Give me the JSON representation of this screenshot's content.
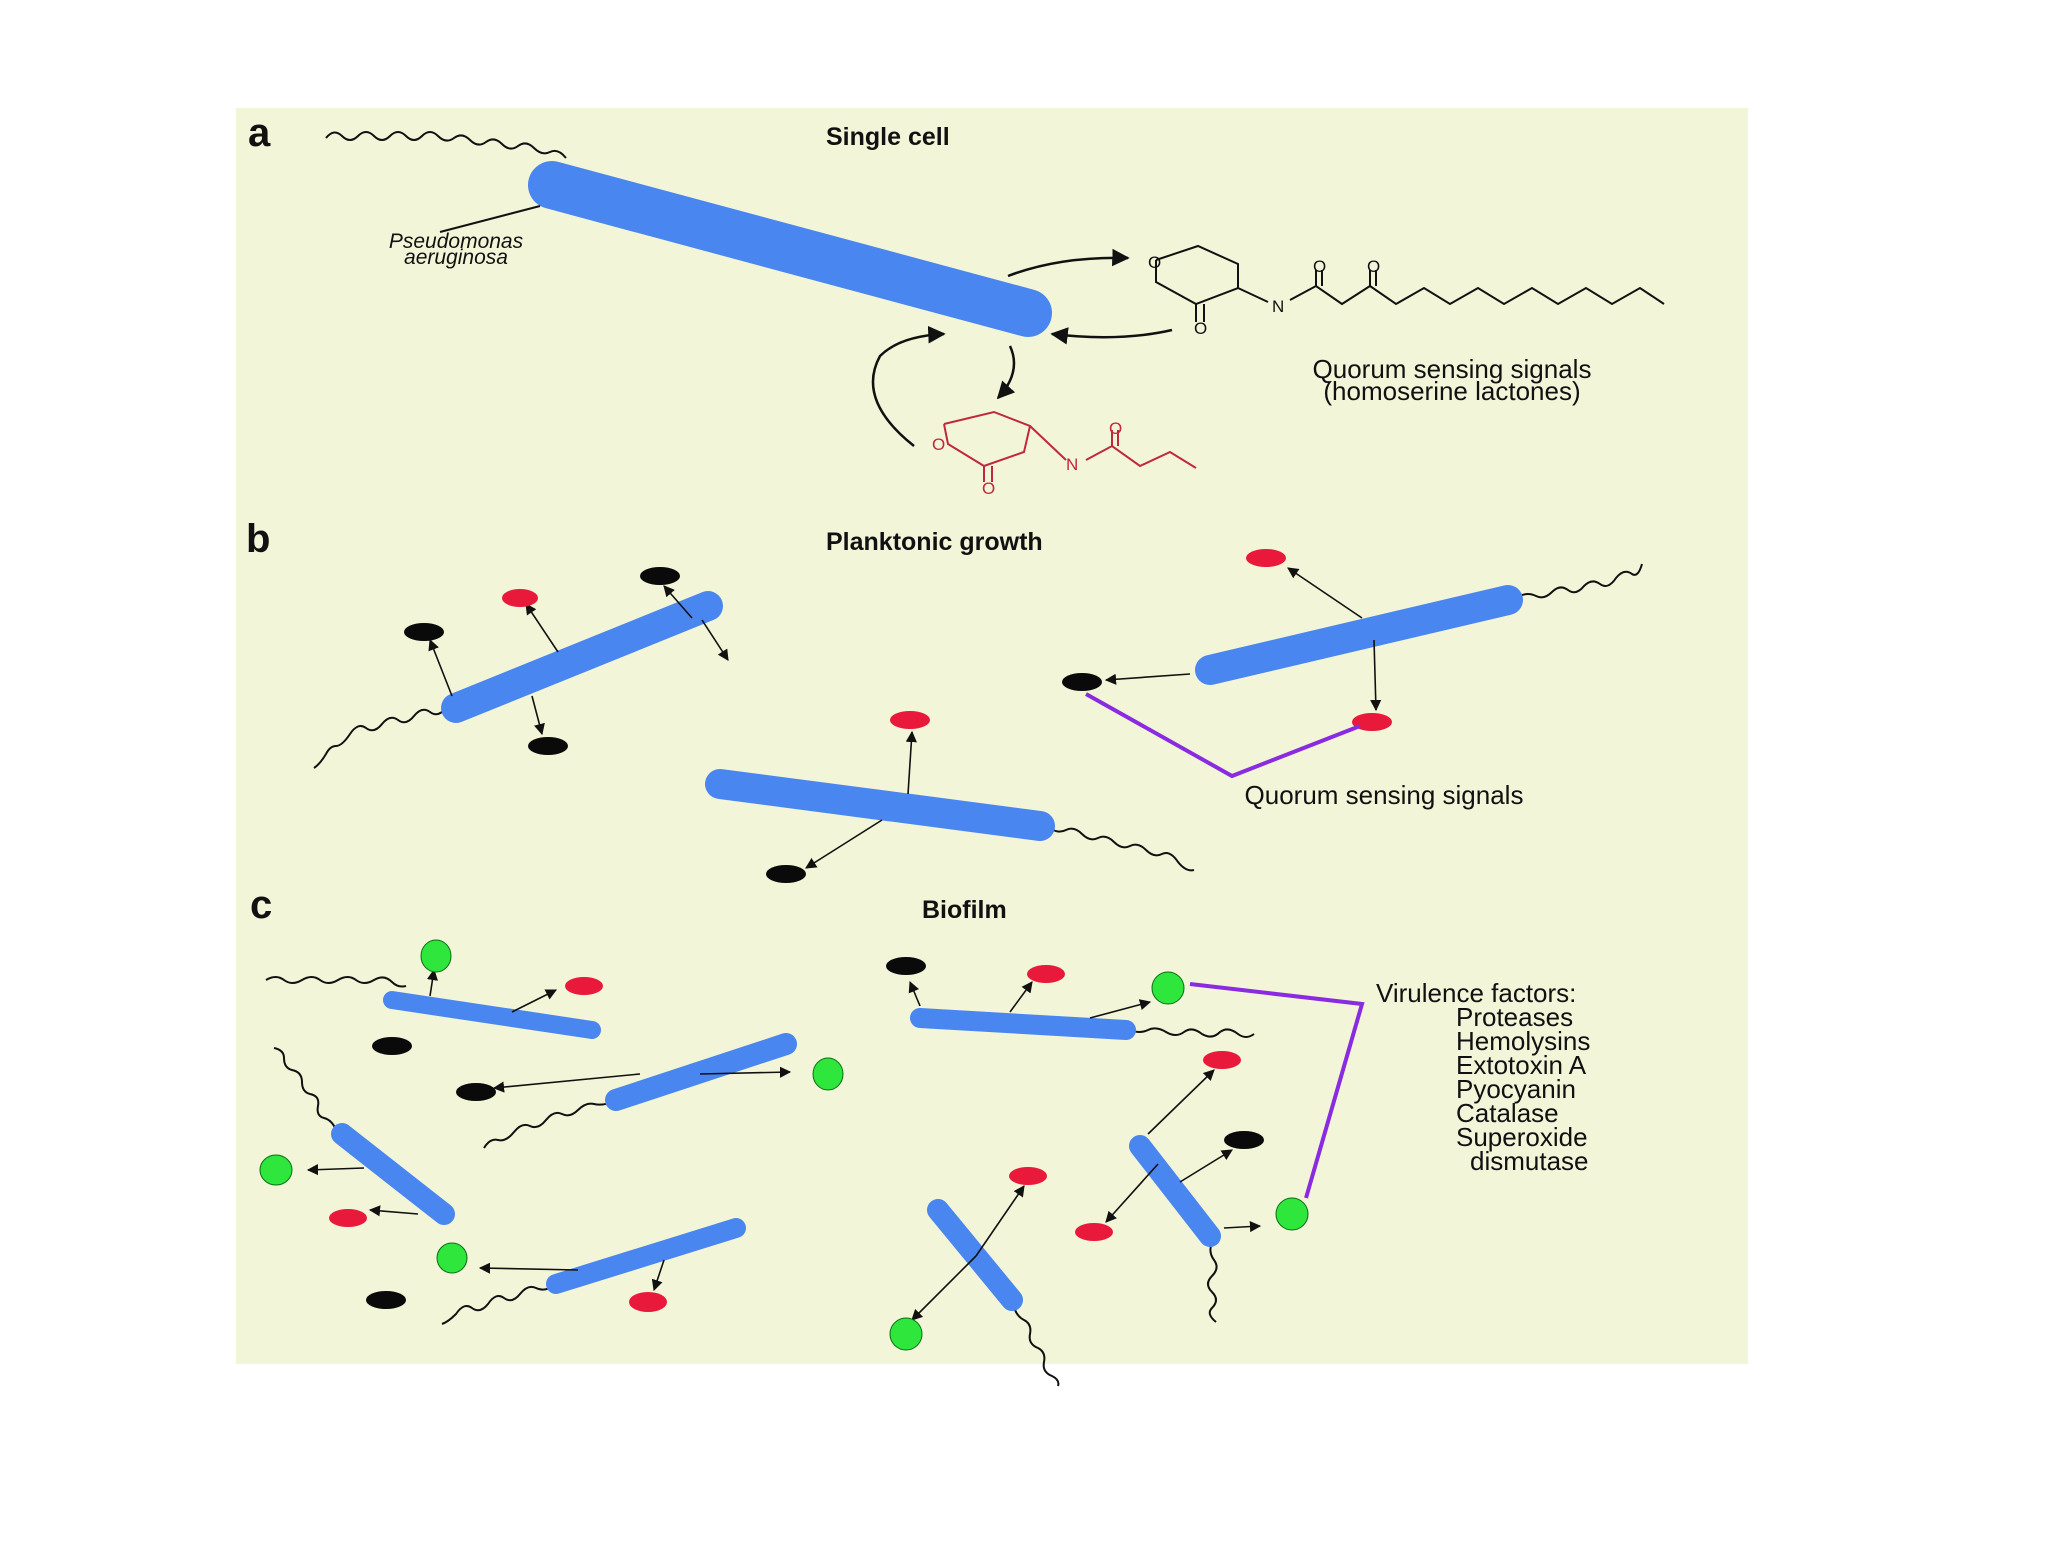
{
  "figure": {
    "colors": {
      "background": "#f2f5d8",
      "cell": "#4a86f0",
      "signal_red": "#e8193a",
      "signal_black": "#0a0a0a",
      "virulence_green": "#2ee63c",
      "bracket": "#8a2be2",
      "molecule_red": "#c0283c"
    },
    "panel_a": {
      "letter": "a",
      "title": "Single cell",
      "species_line1": "Pseudomonas",
      "species_line2": "aeruginosa",
      "signals_line1": "Quorum sensing signals",
      "signals_line2": "(homoserine lactones)",
      "atom_o": "O",
      "atom_n": "N"
    },
    "panel_b": {
      "letter": "b",
      "title": "Planktonic growth",
      "signals_label": "Quorum sensing signals"
    },
    "panel_c": {
      "letter": "c",
      "title": "Biofilm",
      "virulence_heading": "Virulence factors:",
      "virulence_items": [
        "Proteases",
        "Hemolysins",
        "Extotoxin A",
        "Pyocyanin",
        "Catalase",
        "Superoxide",
        "dismutase"
      ]
    }
  }
}
